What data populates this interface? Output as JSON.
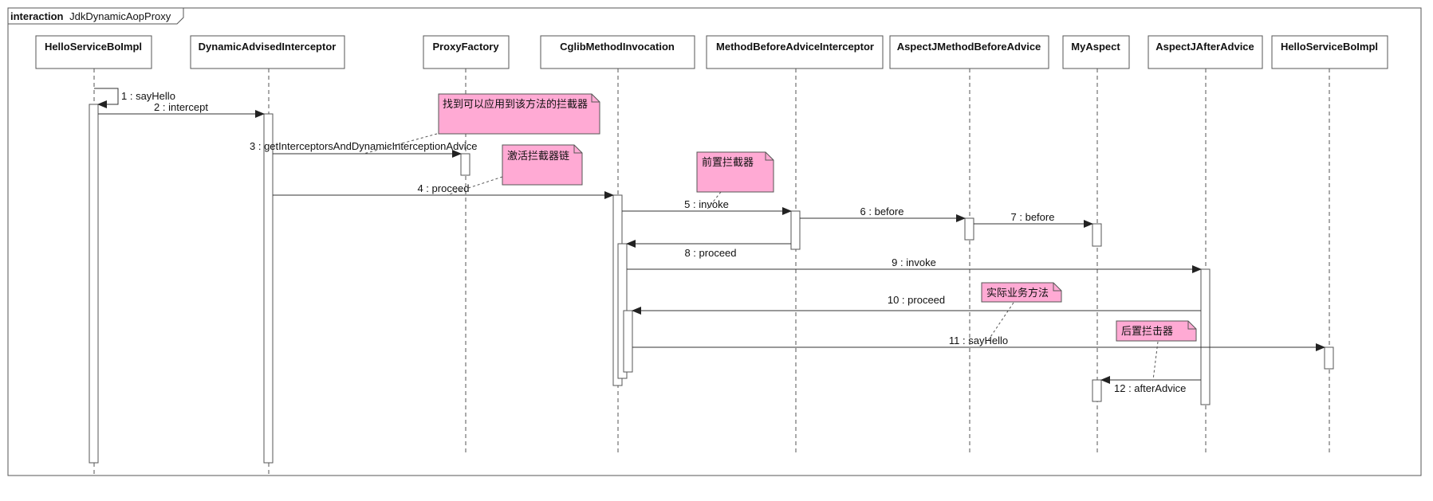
{
  "frame": {
    "keyword": "interaction",
    "name": "JdkDynamicAopProxy"
  },
  "lifelines": [
    {
      "name": "HelloServiceBoImpl"
    },
    {
      "name": "DynamicAdvisedInterceptor"
    },
    {
      "name": "ProxyFactory"
    },
    {
      "name": "CglibMethodInvocation"
    },
    {
      "name": "MethodBeforeAdviceInterceptor"
    },
    {
      "name": "AspectJMethodBeforeAdvice"
    },
    {
      "name": "MyAspect"
    },
    {
      "name": "AspectJAfterAdvice"
    },
    {
      "name": "HelloServiceBoImpl"
    }
  ],
  "messages": [
    {
      "label": "1 : sayHello",
      "from": 0,
      "to": 0
    },
    {
      "label": "2 : intercept",
      "from": 0,
      "to": 1
    },
    {
      "label": "3 : getInterceptorsAndDynamicInterceptionAdvice",
      "from": 1,
      "to": 2
    },
    {
      "label": "4 : proceed",
      "from": 1,
      "to": 3
    },
    {
      "label": "5 : invoke",
      "from": 3,
      "to": 4
    },
    {
      "label": "6 : before",
      "from": 4,
      "to": 5
    },
    {
      "label": "7 : before",
      "from": 5,
      "to": 6
    },
    {
      "label": "8 : proceed",
      "from": 4,
      "to": 3
    },
    {
      "label": "9 : invoke",
      "from": 3,
      "to": 7
    },
    {
      "label": "10 : proceed",
      "from": 7,
      "to": 3
    },
    {
      "label": "11 : sayHello",
      "from": 3,
      "to": 8
    },
    {
      "label": "12 : afterAdvice",
      "from": 7,
      "to": 6
    }
  ],
  "notes": [
    {
      "text": "找到可以应用到该方法的拦截器"
    },
    {
      "text": "激活拦截器链"
    },
    {
      "text": "前置拦截器"
    },
    {
      "text": "实际业务方法"
    },
    {
      "text": "后置拦击器"
    }
  ],
  "colors": {
    "note_fill": "#ffaad4",
    "line": "#333333",
    "background": "#ffffff"
  }
}
